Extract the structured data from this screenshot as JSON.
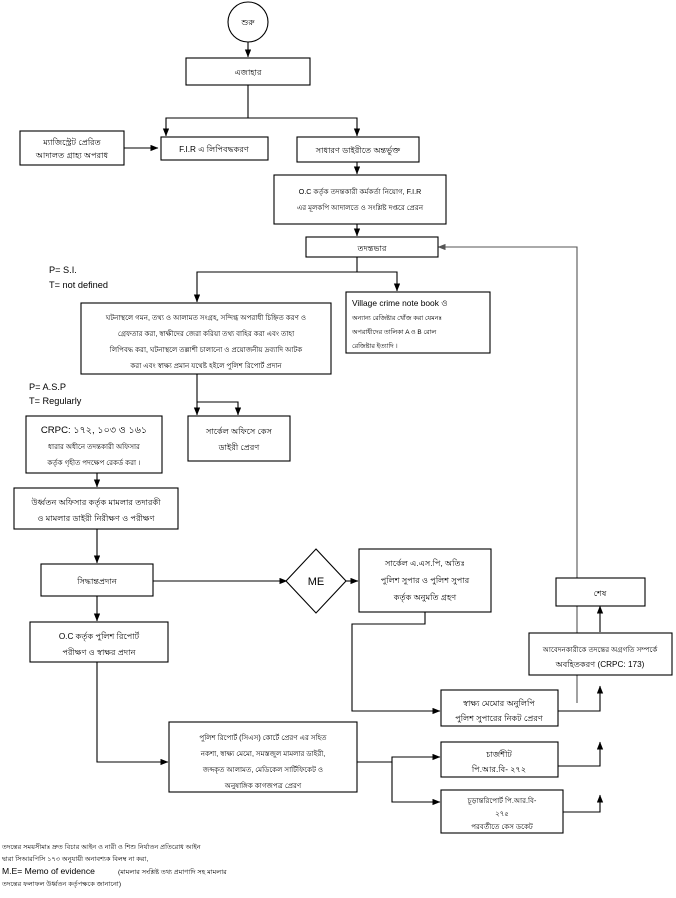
{
  "diagram": {
    "title": "Police investigation procedure flowchart (Bengali)",
    "nodes": {
      "start": {
        "label": "শুরু",
        "shape": "circle"
      },
      "ejahar": {
        "label": "এজাহার",
        "shape": "rect"
      },
      "magistrate": {
        "line1": "ম্যাজিস্ট্রেট প্রেরিত",
        "line2": "আদালত গ্রাহ্য অপরাধ",
        "shape": "rect"
      },
      "fir": {
        "label": "F.I.R এ লিপিবদ্ধকরণ",
        "shape": "rect"
      },
      "gd": {
        "label": "সাধারণ ডাইরীতে অন্তর্ভুক্ত",
        "shape": "rect"
      },
      "oc_assign": {
        "line1": "O.C কর্তৃক তদন্তকারী কর্মকর্তা নিয়োগ, F.I.R",
        "line2": "এর মূলকপি আদালতে ও সংশ্লিষ্ট দপ্তরে প্রেরন",
        "shape": "rect"
      },
      "tadanta": {
        "label": "তদন্তভার",
        "shape": "rect"
      },
      "field_work": {
        "line1": "ঘটনাস্থলে গমন, তথ্য ও আলামত সংগ্রহ, সন্দিগ্ধ অপরাধী চিহ্নিত করণ ও",
        "line2": "গ্রেফতার করা, স্বাক্ষীদের জেরা করিয়া তথ্য বাহির করা এবং তাহা",
        "line3": "লিপিবদ্ধ করা, ঘটনাস্থলে তল্লাশী চালানো ও প্রয়োজনীয় দ্রব্যাদি আটক",
        "line4": "করা এবং স্বাক্ষ্য প্রমান যথেষ্ট হইলে পুলিশ রিপোর্ট প্রদান",
        "shape": "rect"
      },
      "village_crime": {
        "line1": "Village crime note book ও",
        "line2": "অন্যান্য রেজিষ্টার খোঁজ করা যেমনঃ",
        "line3": "অপরাধীদের তালিকা A ও B রোল",
        "line4": "রেজিষ্টার ইত্যাদি ।",
        "shape": "rect"
      },
      "crpc": {
        "line1": "CRPC: ১৭২, ১০৩ ও ১৬১",
        "line2": "ধারার অধীনে তদন্তকারী অফিসার",
        "line3": "কর্তৃক গৃহীত পদক্ষেপ রেকর্ড করা ।",
        "shape": "rect"
      },
      "circle_office": {
        "line1": "সার্কেল অফিসে কেস",
        "line2": "ডাইরী প্রেরণ",
        "shape": "rect"
      },
      "supervision": {
        "line1": "উর্ধ্বতন অফিসার কর্তৃক মামলার তদারকী",
        "line2": "ও মামলার ডাইরী নিরীক্ষণ ও পরীক্ষণ",
        "shape": "rect"
      },
      "decision": {
        "label": "সিদ্ধান্তপ্রদান",
        "shape": "rect"
      },
      "oc_report": {
        "line1": "O.C কর্তৃক পুলিশ রিপোর্ট",
        "line2": "পরীক্ষণ ও স্বাক্ষর প্রদান",
        "shape": "rect"
      },
      "me": {
        "label": "ME",
        "shape": "diamond"
      },
      "permission": {
        "line1": "সার্কেল এ.এস.পি, অতিঃ",
        "line2": "পুলিশ সুপার ও পুলিশ সুপার",
        "line3": "কর্তৃক অনুমতি গ্রহণ",
        "shape": "rect"
      },
      "end": {
        "label": "শেষ",
        "shape": "rect"
      },
      "inform": {
        "line1": "আবেদনকারীকে তদন্তের অগ্রগতি সম্পর্কে",
        "line2": "অবহিতকরণ (CRPC: 173)",
        "shape": "rect"
      },
      "police_report_court": {
        "line1": "পুলিশ রিপোর্ট (সিএস) কোর্টে প্রেরণ এর সহিত",
        "line2": "নকশা, স্বাক্ষ্য মেমো, সমস্তজুল মামলার ডাইরী,",
        "line3": "জব্দকৃত আলামত, মেডিকেল সার্টিফিকেট ও",
        "line4": "অনুষাঙ্গিক কাগজপত্র প্রেরণ",
        "shape": "rect"
      },
      "memo_copy": {
        "line1": "স্বাক্ষ্য মেমোর অনুলিপি",
        "line2": "পুলিশ সুপারের নিকট প্রেরণ",
        "shape": "rect"
      },
      "chargesheet": {
        "line1": "চার্জশীট",
        "line2": "পি.আর.বি- ২৭২",
        "shape": "rect"
      },
      "final_report": {
        "line1": "চূড়ান্তরিপোর্ট পি.আর.বি-",
        "line2": "২৭৫",
        "line3": "পরবর্তীতে কেস ডকেট",
        "shape": "rect"
      }
    },
    "annotations": {
      "note1_line1": "P= S.I.",
      "note1_line2": "T= not defined",
      "note2_line1": "P= A.S.P",
      "note2_line2": "T= Regularly"
    },
    "footer": {
      "line1": "তদন্তের সময়সীমাঃ দ্রুত বিচার আইন ও নারী ও শিশু নির্যাতন প্রতিরোধ আইন",
      "line2": "দ্বারা সিআরপিসি ১৭৩ অনুযায়ী অনাবশ্যক বিলম্ব না করা,",
      "line3_en": "M.E= Memo of evidence",
      "line3_bn": "(মামলার সংশ্লিষ্ট তথ্য প্রমাণাদি সহ মামলার",
      "line4": "তদন্তের ফলাফল উর্ধ্বতন কর্তৃপক্ষকে জানানো)"
    },
    "colors": {
      "stroke": "#000000",
      "fill": "#ffffff",
      "accent": "#555555"
    }
  }
}
